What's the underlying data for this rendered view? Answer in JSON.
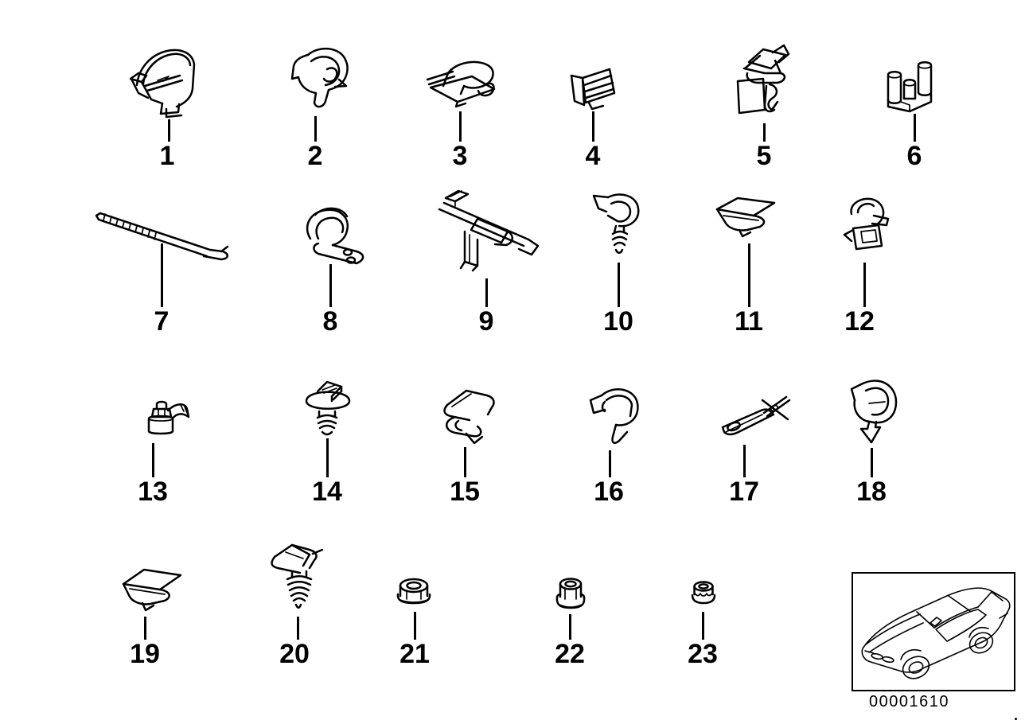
{
  "page": {
    "background": "#ffffff",
    "line_color": "#000000"
  },
  "diagram": {
    "items": [
      {
        "label": "1",
        "name": "cable-clip"
      },
      {
        "label": "2",
        "name": "cable-clip"
      },
      {
        "label": "3",
        "name": "cable-clip"
      },
      {
        "label": "4",
        "name": "cable-clip"
      },
      {
        "label": "5",
        "name": "cable-clip"
      },
      {
        "label": "6",
        "name": "cable-holder"
      },
      {
        "label": "7",
        "name": "cable-strap"
      },
      {
        "label": "8",
        "name": "line-clamp"
      },
      {
        "label": "9",
        "name": "cable-guide"
      },
      {
        "label": "10",
        "name": "clip-with-stud"
      },
      {
        "label": "11",
        "name": "spring-clip"
      },
      {
        "label": "12",
        "name": "cable-clip"
      },
      {
        "label": "13",
        "name": "clamp-with-bolt"
      },
      {
        "label": "14",
        "name": "expanding-screw"
      },
      {
        "label": "15",
        "name": "spring-clip"
      },
      {
        "label": "16",
        "name": "spring-clip"
      },
      {
        "label": "17",
        "name": "wire-holder"
      },
      {
        "label": "18",
        "name": "cable-clip"
      },
      {
        "label": "19",
        "name": "spring-clip"
      },
      {
        "label": "20",
        "name": "expanding-rivet-clip"
      },
      {
        "label": "21",
        "name": "flange-nut"
      },
      {
        "label": "22",
        "name": "flange-nut"
      },
      {
        "label": "23",
        "name": "lock-nut"
      }
    ],
    "footer": {
      "drawing_id": "00001610",
      "car_icon": "bmw-coupe-line-drawing",
      "stray_mark": "."
    }
  }
}
